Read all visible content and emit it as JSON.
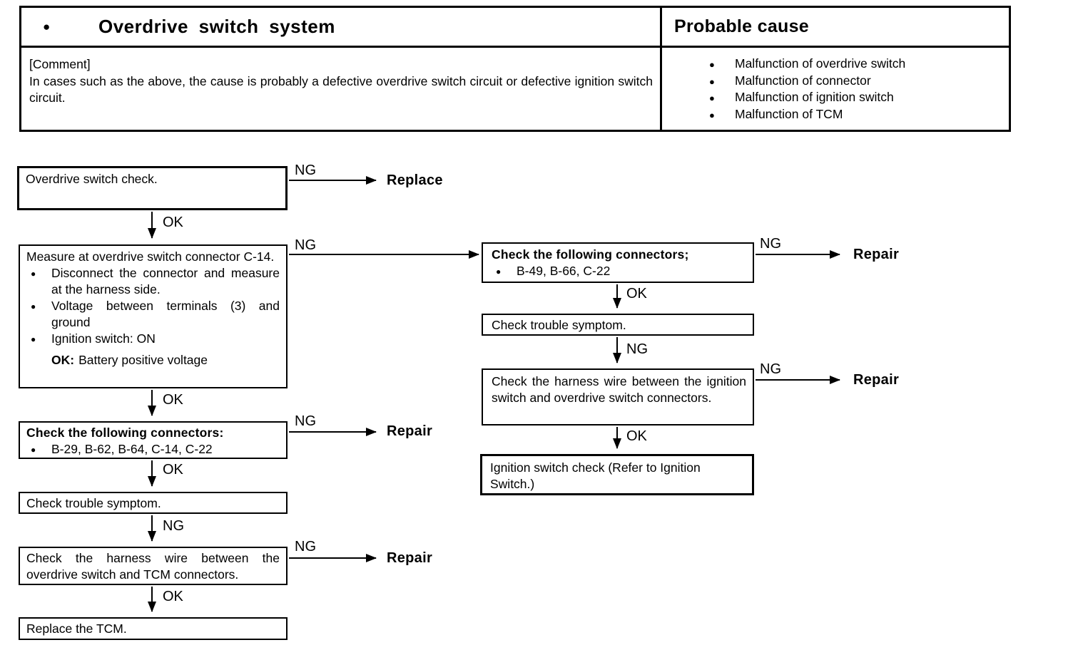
{
  "header": {
    "title": "Overdrive switch system",
    "probable_cause_title": "Probable cause",
    "comment_label": "[Comment]",
    "comment_text": "In cases such as the above, the cause is probably a defective overdrive switch circuit or defective ignition switch circuit.",
    "causes": [
      "Malfunction of overdrive switch",
      "Malfunction of connector",
      "Malfunction of ignition switch",
      "Malfunction of TCM"
    ]
  },
  "flow": {
    "labels": {
      "ng": "NG",
      "ok": "OK",
      "repair": "Repair",
      "replace": "Replace"
    },
    "boxes": {
      "overdrive_switch_check": {
        "text": "Overdrive switch check."
      },
      "measure_connector": {
        "title": "Measure at overdrive switch connector C-14.",
        "bullets": [
          "Disconnect the connector and measure at the harness side.",
          "Voltage between terminals (3) and ground",
          "Ignition switch: ON"
        ],
        "result_label": "OK:",
        "result_text": "Battery positive voltage"
      },
      "check_connectors_left": {
        "title": "Check the following connectors:",
        "bullets": [
          "B-29, B-62, B-64, C-14, C-22"
        ]
      },
      "check_trouble_symptom_left": {
        "text": "Check trouble symptom."
      },
      "check_harness_tcm": {
        "text": "Check the harness wire between the overdrive switch and TCM connectors."
      },
      "replace_tcm": {
        "text": "Replace the TCM."
      },
      "check_connectors_right": {
        "title": "Check the following connectors;",
        "bullets": [
          "B-49, B-66, C-22"
        ]
      },
      "check_trouble_symptom_right": {
        "text": "Check trouble symptom."
      },
      "check_harness_ignition": {
        "text": "Check the harness wire between the ignition switch and overdrive switch connectors."
      },
      "ignition_switch_check": {
        "text": "Ignition switch check (Refer to Ignition Switch.)"
      }
    },
    "colors": {
      "ink": "#000000",
      "paper": "#ffffff"
    }
  }
}
